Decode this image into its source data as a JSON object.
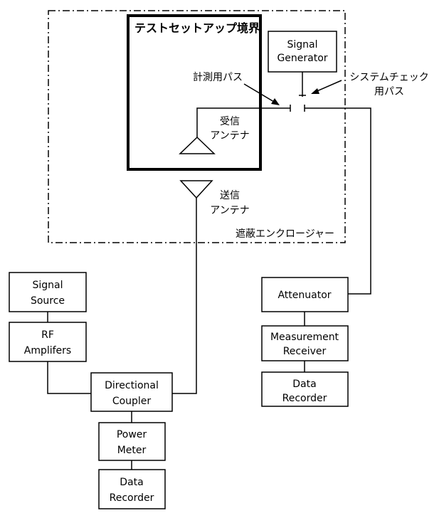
{
  "enclosure": {
    "label": "遮蔽エンクロージャー"
  },
  "test_setup": {
    "title": "テストセットアップ境界"
  },
  "labels": {
    "measure_path": "計測用パス",
    "system_check_path": [
      "システムチェック",
      "用パス"
    ],
    "receive_antenna": [
      "受信",
      "アンテナ"
    ],
    "transmit_antenna": [
      "送信",
      "アンテナ"
    ]
  },
  "boxes": {
    "signal_generator": [
      "Signal",
      "Generator"
    ],
    "signal_source": [
      "Signal",
      "Source"
    ],
    "rf_amplifiers": [
      "RF",
      "Amplifers"
    ],
    "directional_coupler": [
      "Directional",
      "Coupler"
    ],
    "power_meter": [
      "Power",
      "Meter"
    ],
    "data_recorder_left": [
      "Data",
      "Recorder"
    ],
    "attenuator": [
      "Attenuator"
    ],
    "measurement_receiver": [
      "Measurement",
      "Receiver"
    ],
    "data_recorder_right": [
      "Data",
      "Recorder"
    ]
  }
}
